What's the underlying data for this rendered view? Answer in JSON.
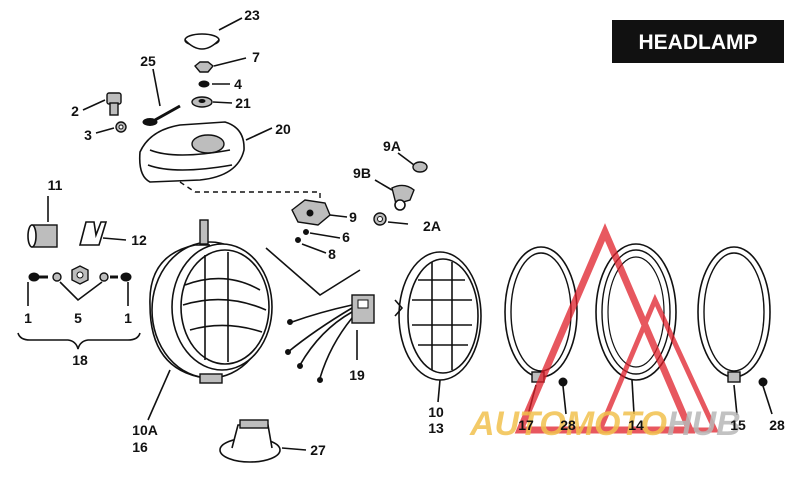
{
  "title_box": {
    "text": "HEADLAMP",
    "bg": "#111111",
    "fg": "#ffffff"
  },
  "callouts": {
    "c23": "23",
    "c7": "7",
    "c4": "4",
    "c21": "21",
    "c25": "25",
    "c2": "2",
    "c3": "3",
    "c20": "20",
    "c9a": "9A",
    "c9b": "9B",
    "c11": "11",
    "c9": "9",
    "c6": "6",
    "c2a": "2A",
    "c8": "8",
    "c12": "12",
    "c1_left": "1",
    "c5": "5",
    "c1_right": "1",
    "c18": "18",
    "c19": "19",
    "c10a": "10A",
    "c16": "16",
    "c10": "10",
    "c13": "13",
    "c17": "17",
    "c28_left": "28",
    "c14": "14",
    "c15": "15",
    "c28_right": "28",
    "c27": "27"
  },
  "watermark": {
    "part1": "AUTOMOTO",
    "part2": "HUB",
    "color1": "#f2c14e",
    "color2": "#b8b8b8",
    "triangle_color": "#e0202a"
  }
}
